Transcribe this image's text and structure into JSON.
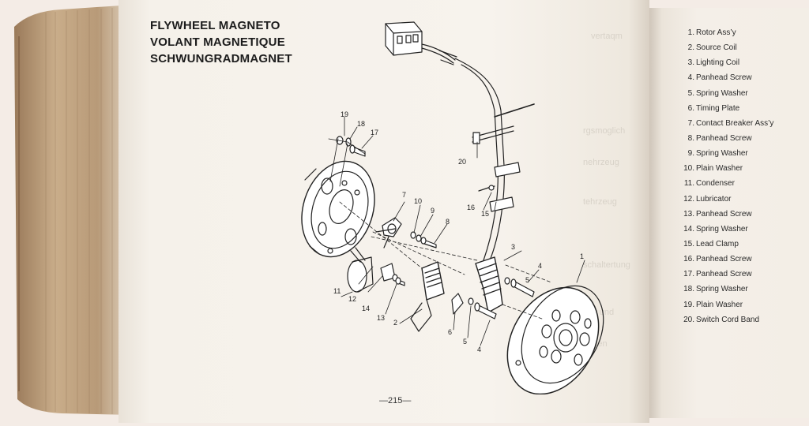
{
  "titles": [
    "FLYWHEEL MAGNETO",
    "VOLANT MAGNETIQUE",
    "SCHWUNGRADMAGNET"
  ],
  "page_number": "—215—",
  "callouts": [
    "1",
    "2",
    "3",
    "4",
    "4",
    "5",
    "5",
    "6",
    "7",
    "8",
    "9",
    "10",
    "11",
    "12",
    "13",
    "14",
    "15",
    "16",
    "17",
    "18",
    "19",
    "20"
  ],
  "parts": [
    {
      "num": "1.",
      "name": "Rotor Ass’y"
    },
    {
      "num": "2.",
      "name": "Source Coil"
    },
    {
      "num": "3.",
      "name": "Lighting Coil"
    },
    {
      "num": "4.",
      "name": "Panhead Screw"
    },
    {
      "num": "5.",
      "name": "Spring Washer"
    },
    {
      "num": "6.",
      "name": "Timing Plate"
    },
    {
      "num": "7.",
      "name": "Contact Breaker Ass’y"
    },
    {
      "num": "8.",
      "name": "Panhead Screw"
    },
    {
      "num": "9.",
      "name": "Spring Washer"
    },
    {
      "num": "10.",
      "name": "Plain Washer"
    },
    {
      "num": "11.",
      "name": "Condenser"
    },
    {
      "num": "12.",
      "name": "Lubricator"
    },
    {
      "num": "13.",
      "name": "Panhead Screw"
    },
    {
      "num": "14.",
      "name": "Spring Washer"
    },
    {
      "num": "15.",
      "name": "Lead Clamp"
    },
    {
      "num": "16.",
      "name": "Panhead Screw"
    },
    {
      "num": "17.",
      "name": "Panhead Screw"
    },
    {
      "num": "18.",
      "name": "Spring Washer"
    },
    {
      "num": "19.",
      "name": "Plain Washer"
    },
    {
      "num": "20.",
      "name": "Switch Cord Band"
    }
  ]
}
